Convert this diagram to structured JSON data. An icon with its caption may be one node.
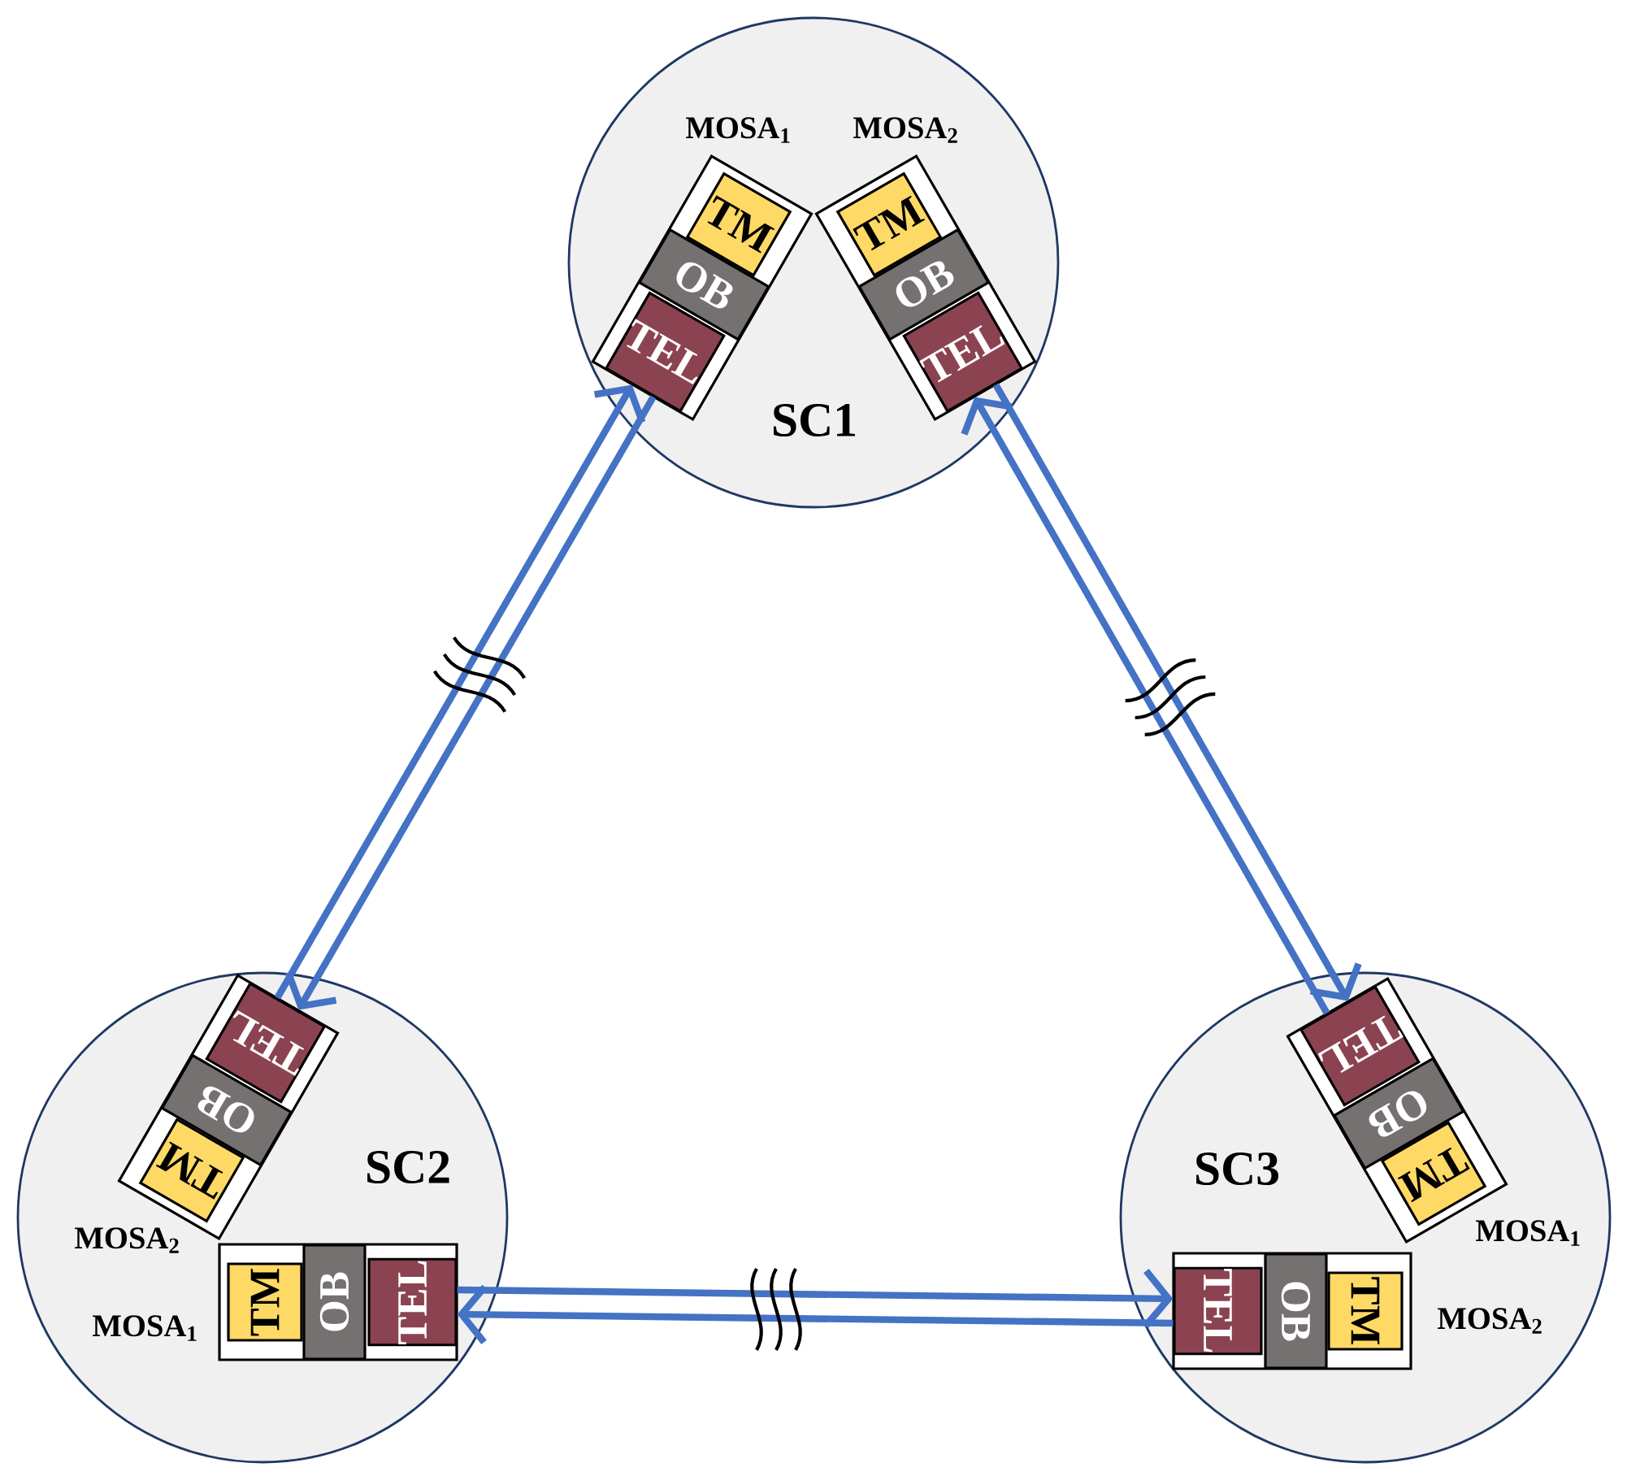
{
  "diagram": {
    "nodes": [
      {
        "text": [
          "SC1"
        ]
      },
      {
        "text": [
          "MOSA$_{1}$"
        ],
        "in": 0
      },
      {
        "text": [
          "TM"
        ],
        "in": 1
      },
      {
        "text": [
          "OB"
        ],
        "in": 1
      },
      {
        "text": [
          "TEL"
        ],
        "in": 1
      },
      {
        "text": [
          "MOSA$_{2}$"
        ],
        "in": 0
      },
      {
        "text": [
          "TM"
        ],
        "in": 5
      },
      {
        "text": [
          "OB"
        ],
        "in": 5
      },
      {
        "text": [
          "TEL"
        ],
        "in": 5
      },
      {
        "text": [
          "SC2"
        ]
      },
      {
        "text": [
          "MOSA$_{2}$"
        ],
        "in": 9
      },
      {
        "text": [
          "TM"
        ],
        "in": 10
      },
      {
        "text": [
          "OB"
        ],
        "in": 10
      },
      {
        "text": [
          "TEL"
        ],
        "in": 10
      },
      {
        "text": [
          "MOSA$_{1}$"
        ],
        "in": 9
      },
      {
        "text": [
          "TM"
        ],
        "in": 14
      },
      {
        "text": [
          "OB"
        ],
        "in": 14
      },
      {
        "text": [
          "TEL"
        ],
        "in": 14
      },
      {
        "text": [
          "SC3"
        ]
      },
      {
        "text": [
          "MOSA$_{1}$"
        ],
        "in": 18
      },
      {
        "text": [
          "TM"
        ],
        "in": 19
      },
      {
        "text": [
          "OB"
        ],
        "in": 19
      },
      {
        "text": [
          "TEL"
        ],
        "in": 19
      },
      {
        "text": [
          "MOSA$_{2}$"
        ],
        "in": 18
      },
      {
        "text": [
          "TM"
        ],
        "in": 23
      },
      {
        "text": [
          "OB"
        ],
        "in": 23
      },
      {
        "text": [
          "TEL"
        ],
        "in": 23
      }
    ],
    "edges": [
      {
        "from": 13,
        "to": 4,
        "arrow": "to"
      },
      {
        "from": 4,
        "to": 13,
        "arrow": "to"
      },
      {
        "from": 22,
        "to": 8,
        "arrow": "to"
      },
      {
        "from": 8,
        "to": 22,
        "arrow": "to"
      },
      {
        "from": 17,
        "to": 26,
        "arrow": "to"
      },
      {
        "from": 26,
        "to": 17,
        "arrow": "to"
      }
    ]
  }
}
